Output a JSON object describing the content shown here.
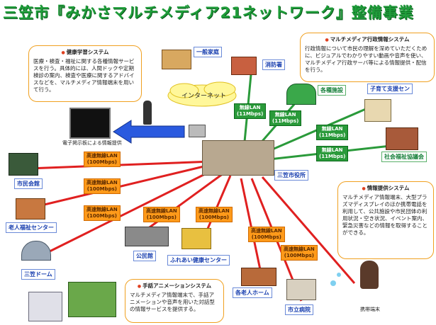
{
  "title": "三笠市『みかさマルチメディア21ネットワーク』整備事業",
  "notes": {
    "health": {
      "heading": "健康学習システム",
      "body": "医療・検査・福祉に関する各種情報サービスを行う。具体的には、人間ドックや定期検診の案内、検査や医療に関するアドバイスなどを、マルチメディア情報端末を用いて行う。"
    },
    "admin": {
      "heading": "マルチメディア行政情報システム",
      "body": "行政情報について市民の理解を深めていただくために、ビジュアルでわかりやすい動画や音声を使い、マルチメディア行政サーバ等による情報提供・配信を行う。"
    },
    "info": {
      "heading": "情報提供システム",
      "body": "マルチメディア情報端末、大型プラズマディスプレイのほか携帯電話を利用して、公共施設や市民団体の利用状況・空き状況、イベント案内、緊急災害などの情報を取得することができる。"
    },
    "sign": {
      "heading": "手話アニメーションシステム",
      "body": "マルチメディア情報端末で、手話アニメーションや音声を用いた対話型の情報サービスを提供する。"
    }
  },
  "internet": "インターネット",
  "display_caption": "電子掲示板による情報提供",
  "center": "三笠市役所",
  "phone_caption": "携帯端末",
  "places": {
    "home": "一般家庭",
    "fire": "消防署",
    "school": "各種施設",
    "child": "子育て支援セン",
    "welfare": "社会福祉協議会",
    "citizen": "市民会館",
    "elder": "老人福祉センター",
    "dome": "三笠ドーム",
    "public": "公民館",
    "fureai": "ふれあい健康センター",
    "elderhome": "各老人ホーム",
    "hospital": "市立病院"
  },
  "lan_fast": "高速無線LAN",
  "lan_fast_speed": "(100Mbps)",
  "lan_wireless": "無線LAN",
  "lan_wireless_speed": "(11Mbps)",
  "colors": {
    "title": "#1f9d3a",
    "lan_fast": "#ff9a1a",
    "lan_wireless": "#2a9a3a",
    "link": "#e02020",
    "note_border": "#f0a020"
  }
}
